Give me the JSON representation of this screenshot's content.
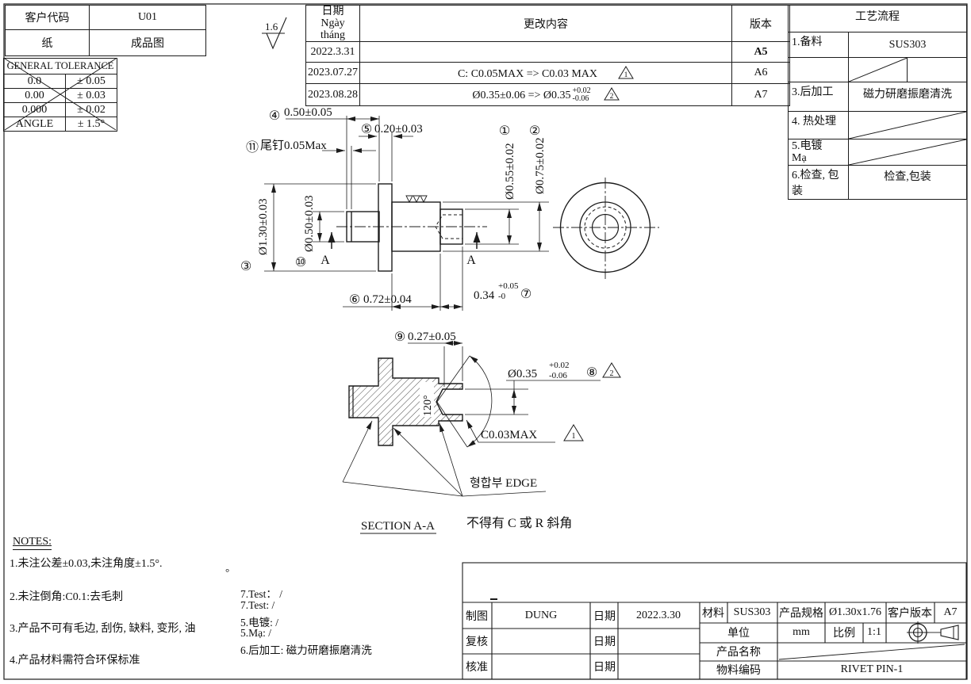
{
  "header": {
    "customer_code_label": "客户代码",
    "customer_code_value": "U01",
    "paper_label": "纸",
    "paper_value": "成品图",
    "tolerance": {
      "title": "GENERAL TOLERANCE",
      "rows": [
        {
          "size": "0.0",
          "tol": "± 0.05"
        },
        {
          "size": "0.00",
          "tol": "± 0.03"
        },
        {
          "size": "0.000",
          "tol": "± 0.02"
        },
        {
          "size": "ANGLE",
          "tol": "± 1.5°"
        }
      ]
    }
  },
  "revisions": {
    "col_date": "日期",
    "col_date_sub": "Ngày tháng",
    "col_content": "更改内容",
    "col_version": "版本",
    "rows": [
      {
        "date": "2022.3.31",
        "content": "",
        "version": "A5"
      },
      {
        "date": "2023.07.27",
        "content": "C: C0.05MAX => C0.03 MAX",
        "flag": "1",
        "version": "A6"
      },
      {
        "date": "2023.08.28",
        "content": "Ø0.35±0.06 => Ø0.35",
        "sup": "+0.02",
        "sub": "-0.06",
        "flag": "2",
        "version": "A7"
      }
    ]
  },
  "process": {
    "title": "工艺流程",
    "row1_label": "1.备料",
    "row1_value": "SUS303",
    "row3_label": "3.后加工",
    "row3_value": "磁力研磨振磨清洗",
    "row4_label": "4. 热处理",
    "row5_label": "5.电镀",
    "row5_label2": "Mạ",
    "row6_label": "6.检查, 包装",
    "row6_value": "检查,包装"
  },
  "drawing": {
    "roughness": "1.6",
    "balloon_1": "①",
    "dim_1": "Ø0.55±0.02",
    "balloon_2": "②",
    "dim_2": "Ø0.75±0.02",
    "balloon_3": "③",
    "dim_3": "Ø1.30±0.03",
    "balloon_4": "④",
    "dim_4": "0.50±0.05",
    "balloon_5": "⑤",
    "dim_5": "0.20±0.03",
    "balloon_6": "⑥",
    "dim_6": "0.72±0.04",
    "balloon_7": "⑦",
    "dim_7": "0.34",
    "dim_7_sup": "+0.05",
    "dim_7_sub": "-0",
    "balloon_8": "⑧",
    "dim_8": "Ø0.35",
    "dim_8_sup": "+0.02",
    "dim_8_sub": "-0.06",
    "flag_8": "2",
    "balloon_9": "⑨",
    "dim_9": "0.27±0.05",
    "balloon_10": "⑩",
    "dim_10": "Ø0.50±0.03",
    "balloon_11": "⑪",
    "dim_11": "尾钉0.05Max",
    "angle": "120°",
    "chamfer": "C0.03MAX",
    "chamfer_flag": "1",
    "section_arrow": "A",
    "edge_label": "형합부 EDGE",
    "section_title": "SECTION A-A",
    "no_chamfer_note": "不得有  C 或  R 斜角"
  },
  "notes": {
    "title": "NOTES:",
    "items": [
      "1.未注公差±0.03,未注角度±1.5°.",
      "2.未注倒角:C0.1:去毛刺",
      "3.产品不可有毛边, 刮伤, 缺料, 变形, 油",
      "4.产品材料需符合环保标准"
    ],
    "stray_degree": "°",
    "items2": [
      "7.Test： /",
      "7.Test: /",
      "5.电镀: /",
      "5.Mạ: /",
      "6.后加工: 磁力研磨振磨清洗"
    ]
  },
  "titleblock": {
    "draw_label": "制图",
    "draw_value": "DUNG",
    "date_label": "日期",
    "date_value": "2022.3.30",
    "check_label": "复核",
    "approve_label": "核准",
    "material_label": "材料",
    "material_value": "SUS303",
    "spec_label": "产品规格",
    "spec_value": "Ø1.30x1.76",
    "cust_ver_label": "客户版本",
    "cust_ver_value": "A7",
    "unit_label": "单位",
    "unit_value": "mm",
    "scale_label": "比例",
    "scale_value": "1:1",
    "name_label": "产品名称",
    "code_label": "物料编码",
    "code_value": "RIVET PIN-1"
  }
}
